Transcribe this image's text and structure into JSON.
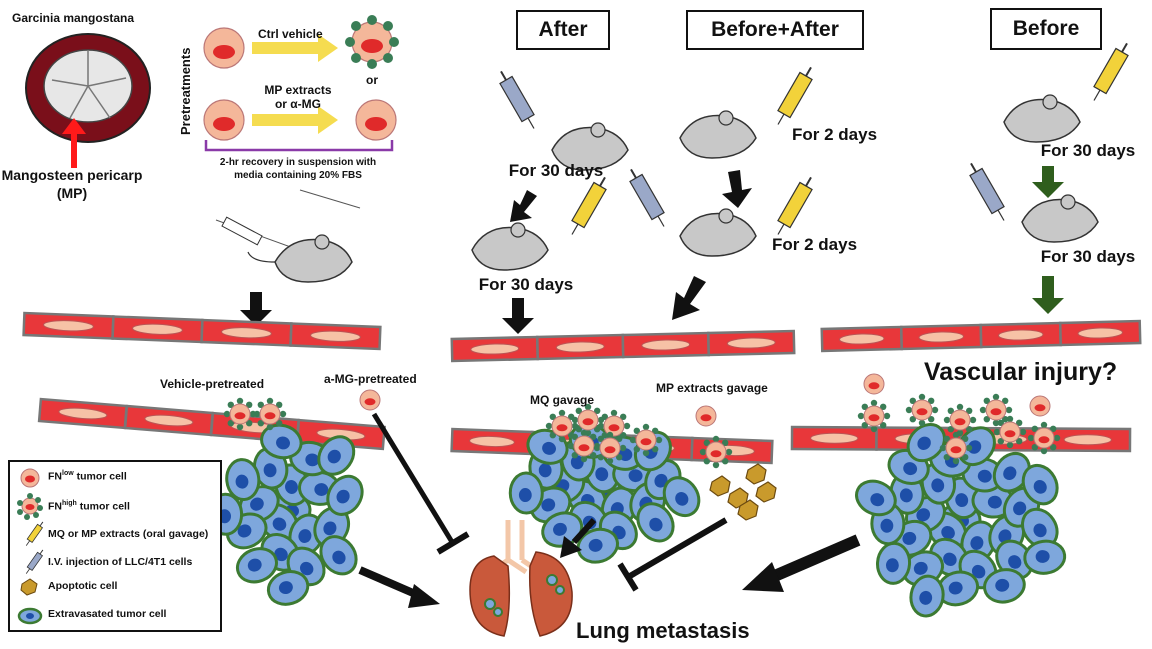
{
  "fruit": {
    "species": "Garcinia mangostana",
    "pericarp_line1": "Mangosteen pericarp",
    "pericarp_line2": "(MP)"
  },
  "pretreatments": {
    "side_label": "Pretreatments",
    "ctrl": "Ctrl vehicle",
    "or": "or",
    "mp_line1": "MP extracts",
    "mp_line2": "or  α-MG",
    "recovery_line1": "2-hr recovery in suspension with",
    "recovery_line2": "media containing 20% FBS"
  },
  "headers": {
    "after": "After",
    "before_after": "Before+After",
    "before": "Before"
  },
  "durations": {
    "after_1": "For 30 days",
    "after_2": "For 30 days",
    "ba_1": "For 2 days",
    "ba_2": "For 2 days",
    "before_1": "For 30 days",
    "before_2": "For 30 days"
  },
  "labels": {
    "vehicle_pretreated": "Vehicle-pretreated",
    "amg_pretreated": "a-MG-pretreated",
    "mq_gavage": "MQ gavage",
    "mp_gavage": "MP extracts gavage",
    "vascular_injury": "Vascular injury?",
    "lung_metastasis": "Lung metastasis"
  },
  "legend": {
    "fn_low_prefix": "FN",
    "fn_low_sup": "low",
    "fn_low_suffix": " tumor cell",
    "fn_high_prefix": "FN",
    "fn_high_sup": "high",
    "fn_high_suffix": " tumor cell",
    "gavage": "MQ or MP extracts (oral gavage)",
    "injection": "I.V. injection of LLC/4T1 cells",
    "apoptotic": "Apoptotic cell",
    "extravasated": "Extravasated tumor cell"
  },
  "colors": {
    "vessel": "#e8373a",
    "nucleus_pale": "#f6c2a6",
    "tumor_body": "#f4b79a",
    "tumor_nucleus": "#e02a2a",
    "fn_dot": "#3a7d56",
    "extravasated_cell": "#7ea7dc",
    "extravasated_outline": "#3c7a32",
    "extravasated_nucleus": "#1e4fa8",
    "yellow_arrow": "#f5dc50",
    "purple_bracket": "#8a3aa8",
    "red_arrow": "#ff1a1a",
    "green_arrow": "#2f5e1d",
    "lung": "#c9593b",
    "trachea": "#f3c7a8",
    "mouse": "#c8c8c8",
    "syringe_yellow": "#f2d23a",
    "syringe_blue": "#9aa8c8",
    "apoptotic": "#c99a2c"
  }
}
